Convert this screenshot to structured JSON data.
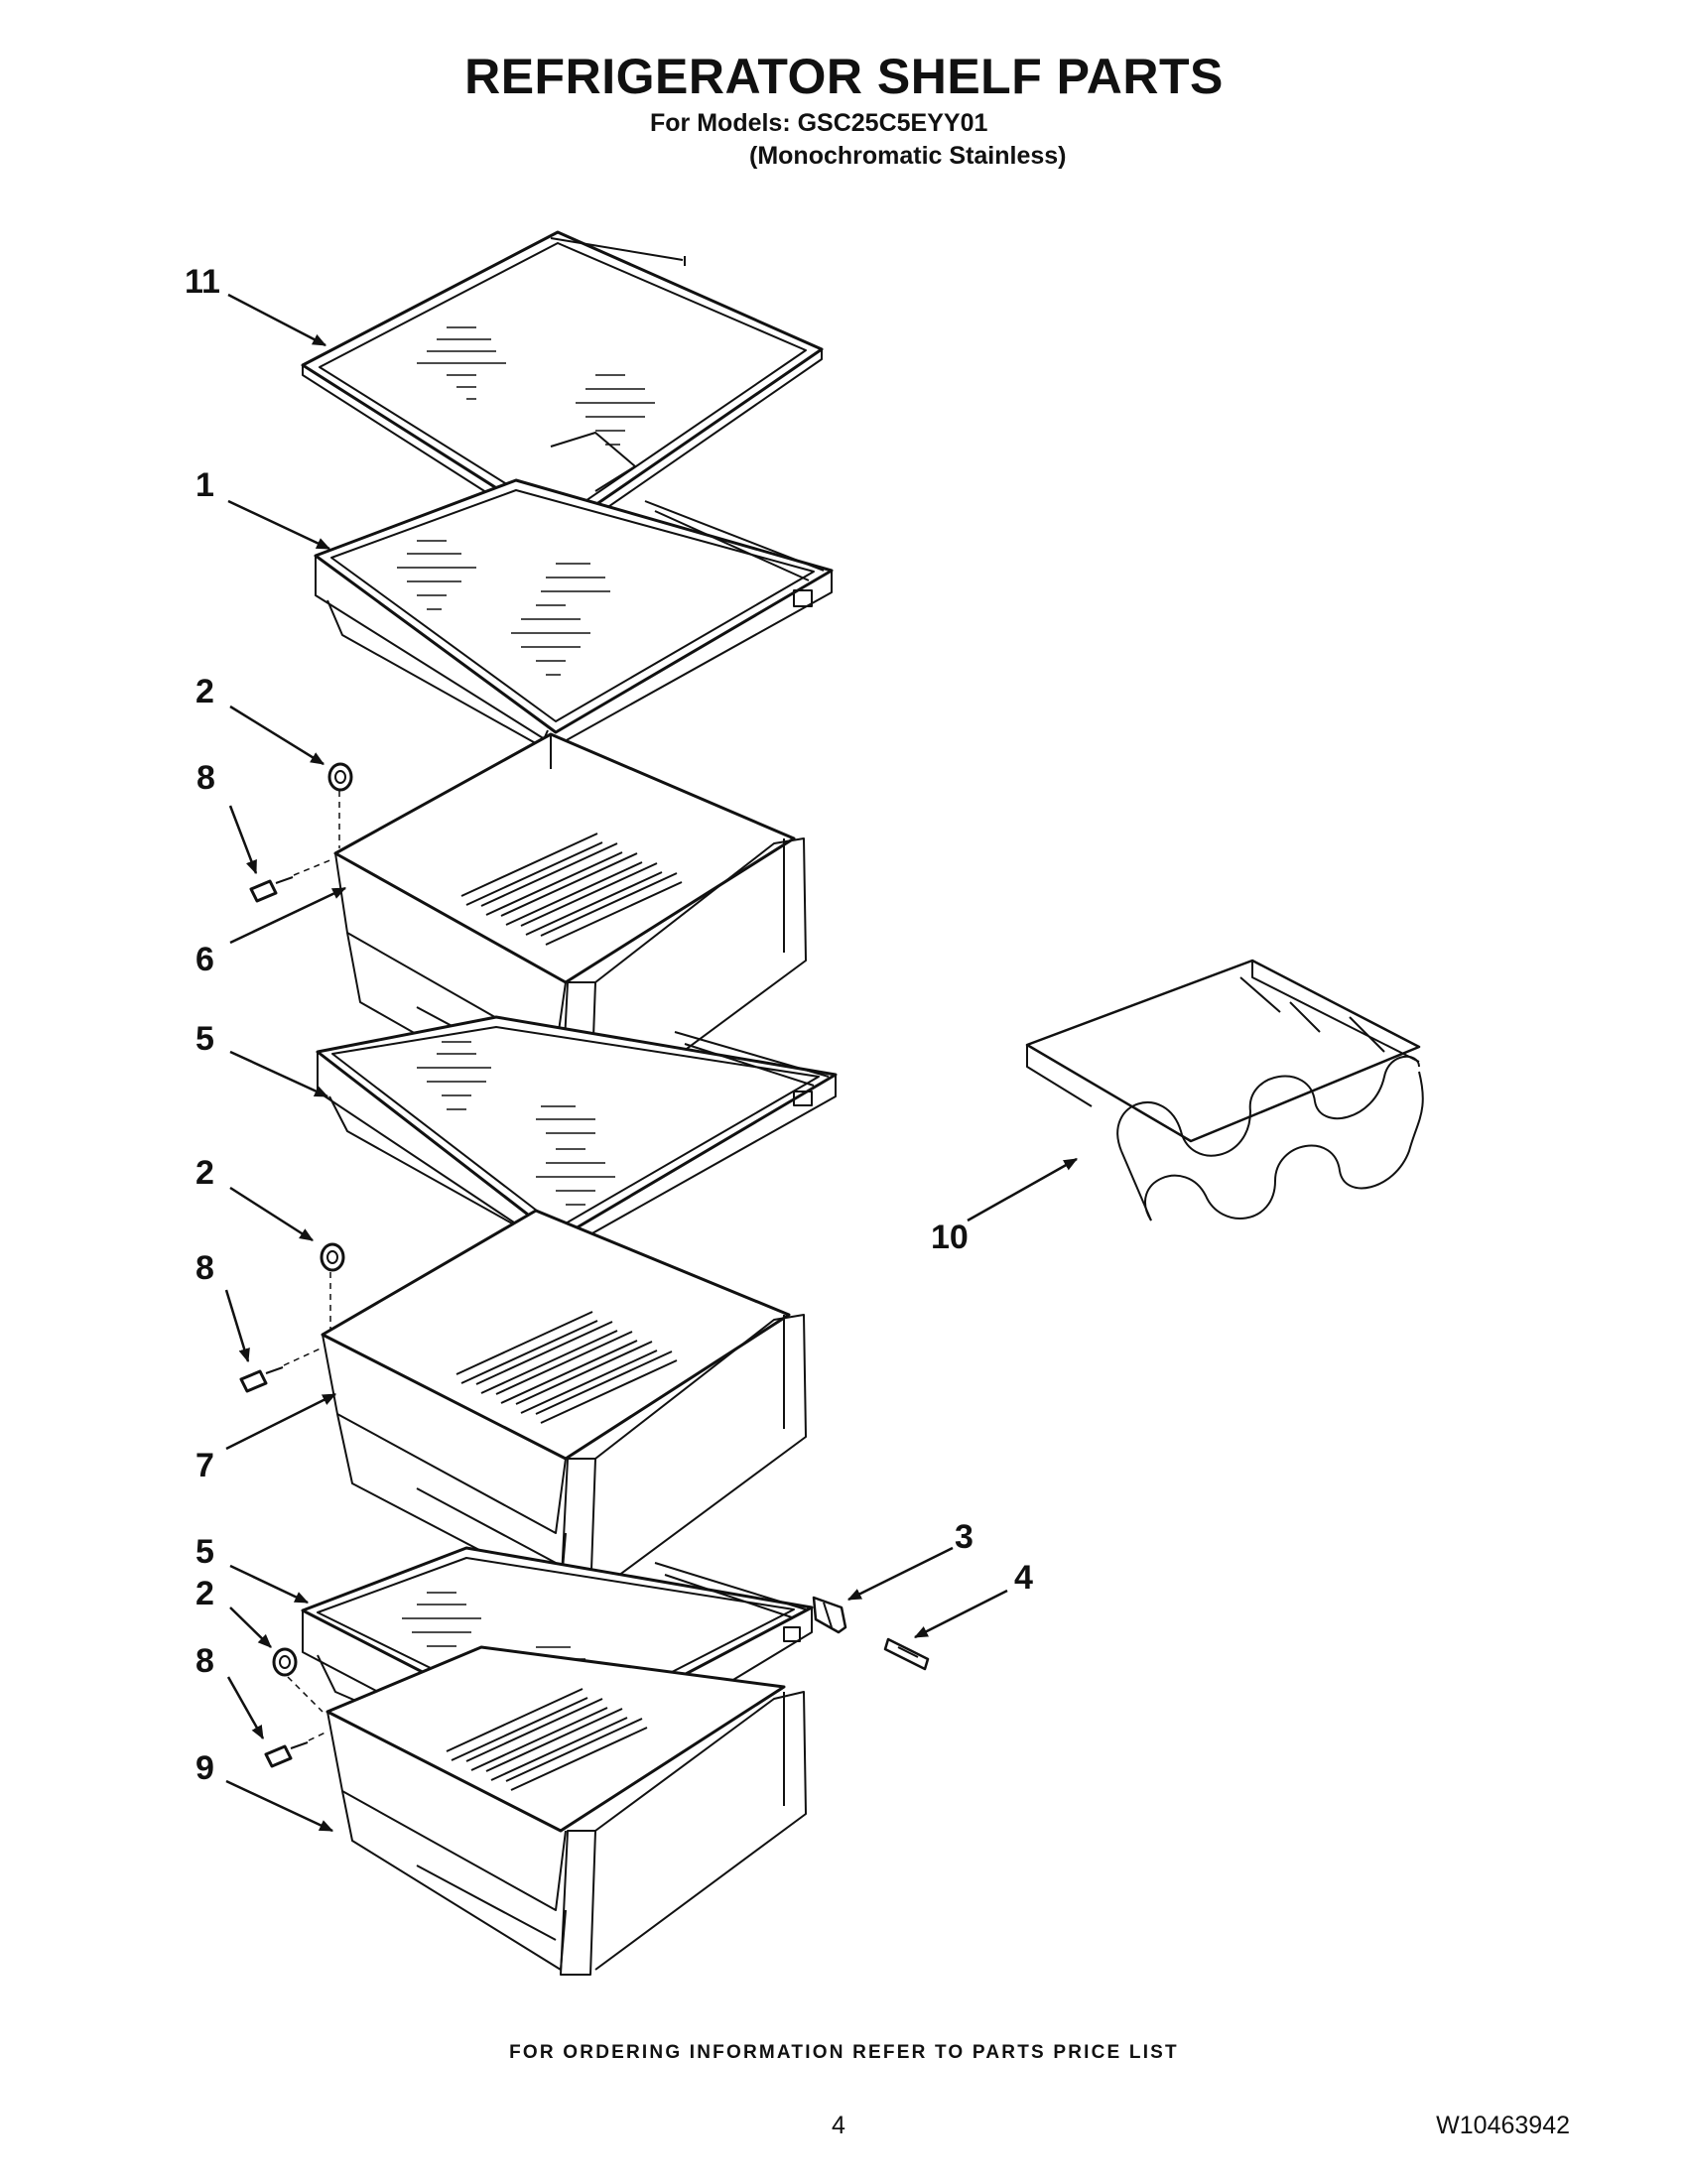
{
  "title": "REFRIGERATOR SHELF PARTS",
  "models_line": "For Models: GSC25C5EYY01",
  "variant_line": "(Monochromatic Stainless)",
  "callouts": [
    "11",
    "1",
    "2",
    "8",
    "6",
    "5",
    "2",
    "8",
    "7",
    "5",
    "2",
    "8",
    "9",
    "10",
    "3",
    "4"
  ],
  "footer_note": "FOR ORDERING INFORMATION REFER TO PARTS PRICE LIST",
  "page_number": "4",
  "document_number": "W10463942"
}
